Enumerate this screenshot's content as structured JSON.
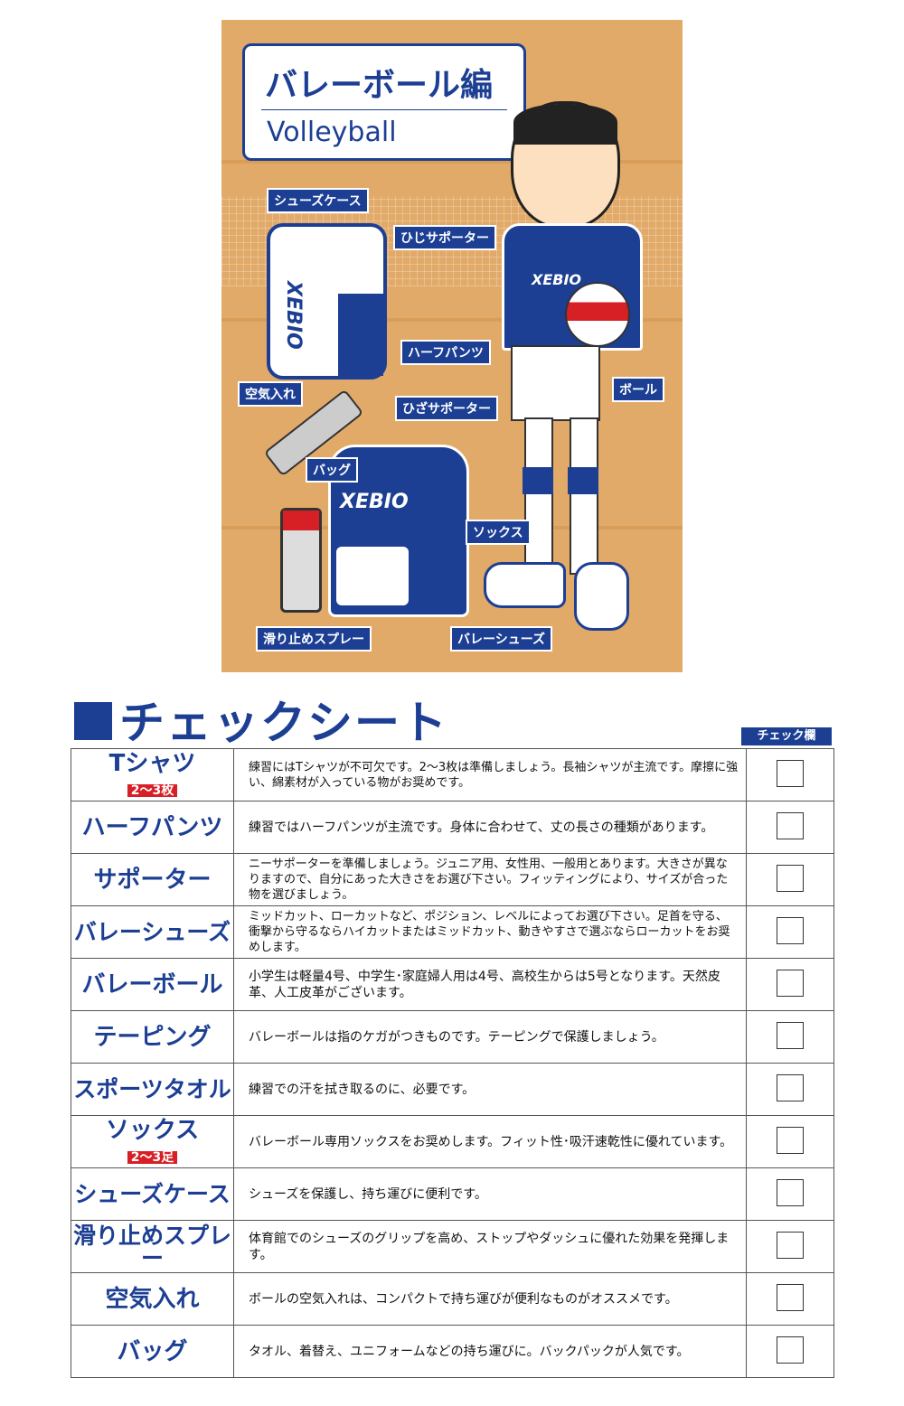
{
  "illustration": {
    "title_jp": "バレーボール編",
    "title_en": "Volleyball",
    "brand": "XEBIO",
    "labels": {
      "shoes_case": "シューズケース",
      "elbow": "ひじサポーター",
      "half_pants": "ハーフパンツ",
      "pump": "空気入れ",
      "knee": "ひざサポーター",
      "ball": "ボール",
      "bag": "バッグ",
      "socks": "ソックス",
      "spray": "滑り止めスプレー",
      "shoes": "バレーシューズ"
    }
  },
  "sheet": {
    "heading": "チェックシート",
    "check_column": "チェック欄",
    "rows": [
      {
        "name": "Tシャツ",
        "badge": "2〜3枚",
        "desc": "練習にはTシャツが不可欠です。2〜3枚は準備しましょう。長袖シャツが主流です。摩擦に強い、綿素材が入っている物がお奨めです。"
      },
      {
        "name": "ハーフパンツ",
        "desc": "練習ではハーフパンツが主流です。身体に合わせて、丈の長さの種類があります。"
      },
      {
        "name": "サポーター",
        "desc": "ニーサポーターを準備しましょう。ジュニア用、女性用、一般用とあります。大きさが異なりますので、自分にあった大きさをお選び下さい。フィッティングにより、サイズが合った物を選びましょう。"
      },
      {
        "name": "バレーシューズ",
        "desc": "ミッドカット、ローカットなど、ポジション、レベルによってお選び下さい。足首を守る、衝撃から守るならハイカットまたはミッドカット、動きやすさで選ぶならローカットをお奨めします。"
      },
      {
        "name": "バレーボール",
        "desc": "小学生は軽量4号、中学生･家庭婦人用は4号、高校生からは5号となります。天然皮革、人工皮革がございます。"
      },
      {
        "name": "テーピング",
        "desc": "バレーボールは指のケガがつきものです。テーピングで保護しましょう。"
      },
      {
        "name": "スポーツタオル",
        "desc": "練習での汗を拭き取るのに、必要です。"
      },
      {
        "name": "ソックス",
        "badge": "2〜3足",
        "desc": "バレーボール専用ソックスをお奨めします。フィット性･吸汗速乾性に優れています。"
      },
      {
        "name": "シューズケース",
        "desc": "シューズを保護し、持ち運びに便利です。"
      },
      {
        "name": "滑り止めスプレー",
        "desc": "体育館でのシューズのグリップを高め、ストップやダッシュに優れた効果を発揮します。"
      },
      {
        "name": "空気入れ",
        "desc": "ボールの空気入れは、コンパクトで持ち運びが便利なものがオススメです。"
      },
      {
        "name": "バッグ",
        "desc": "タオル、着替え、ユニフォームなどの持ち運びに。バックパックが人気です。"
      }
    ]
  }
}
